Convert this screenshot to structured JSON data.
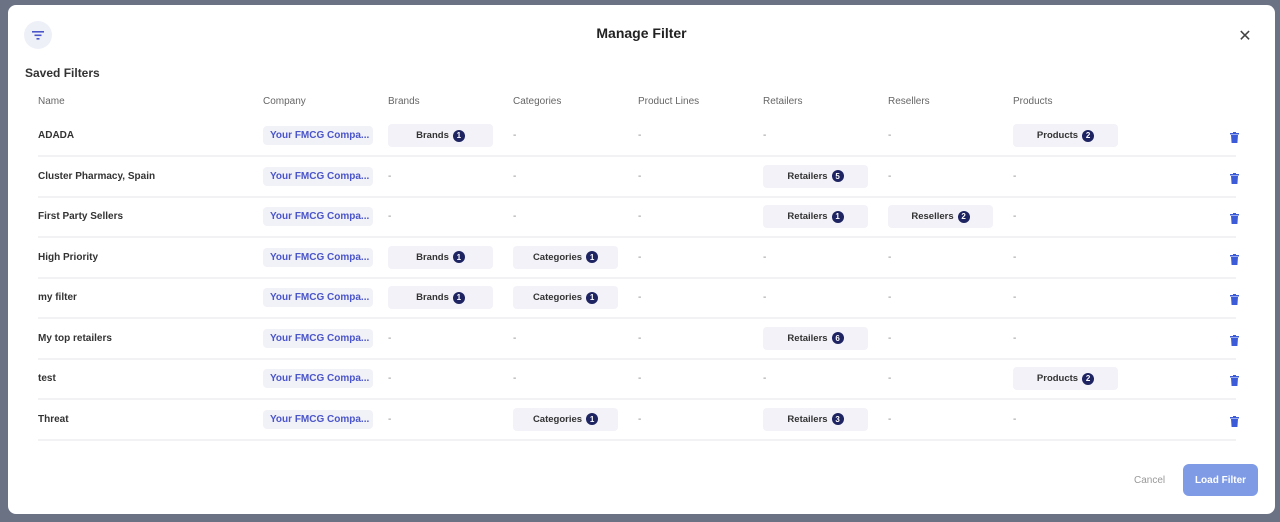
{
  "modal": {
    "title": "Manage Filter",
    "section": "Saved Filters",
    "cancel": "Cancel",
    "load": "Load Filter",
    "close_icon": "close-icon",
    "header_icon": "filter-icon"
  },
  "colors": {
    "accent": "#4a55c9",
    "badge": "#1e2461",
    "delete": "#3b5bd9",
    "load_button": "#7f9be6"
  },
  "empty": "-",
  "columns": [
    "Name",
    "Company",
    "Brands",
    "Categories",
    "Product Lines",
    "Retailers",
    "Resellers",
    "Products"
  ],
  "rows": [
    {
      "name": "ADADA",
      "company": "Your FMCG Compa...",
      "brands": {
        "label": "Brands",
        "count": "1"
      },
      "categories": null,
      "product_lines": null,
      "retailers": null,
      "resellers": null,
      "products": {
        "label": "Products",
        "count": "2"
      }
    },
    {
      "name": "Cluster Pharmacy, Spain",
      "company": "Your FMCG Compa...",
      "brands": null,
      "categories": null,
      "product_lines": null,
      "retailers": {
        "label": "Retailers",
        "count": "5"
      },
      "resellers": null,
      "products": null
    },
    {
      "name": "First Party Sellers",
      "company": "Your FMCG Compa...",
      "brands": null,
      "categories": null,
      "product_lines": null,
      "retailers": {
        "label": "Retailers",
        "count": "1"
      },
      "resellers": {
        "label": "Resellers",
        "count": "2"
      },
      "products": null
    },
    {
      "name": "High Priority",
      "company": "Your FMCG Compa...",
      "brands": {
        "label": "Brands",
        "count": "1"
      },
      "categories": {
        "label": "Categories",
        "count": "1"
      },
      "product_lines": null,
      "retailers": null,
      "resellers": null,
      "products": null
    },
    {
      "name": "my filter",
      "company": "Your FMCG Compa...",
      "brands": {
        "label": "Brands",
        "count": "1"
      },
      "categories": {
        "label": "Categories",
        "count": "1"
      },
      "product_lines": null,
      "retailers": null,
      "resellers": null,
      "products": null
    },
    {
      "name": "My top retailers",
      "company": "Your FMCG Compa...",
      "brands": null,
      "categories": null,
      "product_lines": null,
      "retailers": {
        "label": "Retailers",
        "count": "6"
      },
      "resellers": null,
      "products": null
    },
    {
      "name": "test",
      "company": "Your FMCG Compa...",
      "brands": null,
      "categories": null,
      "product_lines": null,
      "retailers": null,
      "resellers": null,
      "products": {
        "label": "Products",
        "count": "2"
      }
    },
    {
      "name": "Threat",
      "company": "Your FMCG Compa...",
      "brands": null,
      "categories": {
        "label": "Categories",
        "count": "1"
      },
      "product_lines": null,
      "retailers": {
        "label": "Retailers",
        "count": "3"
      },
      "resellers": null,
      "products": null
    }
  ]
}
